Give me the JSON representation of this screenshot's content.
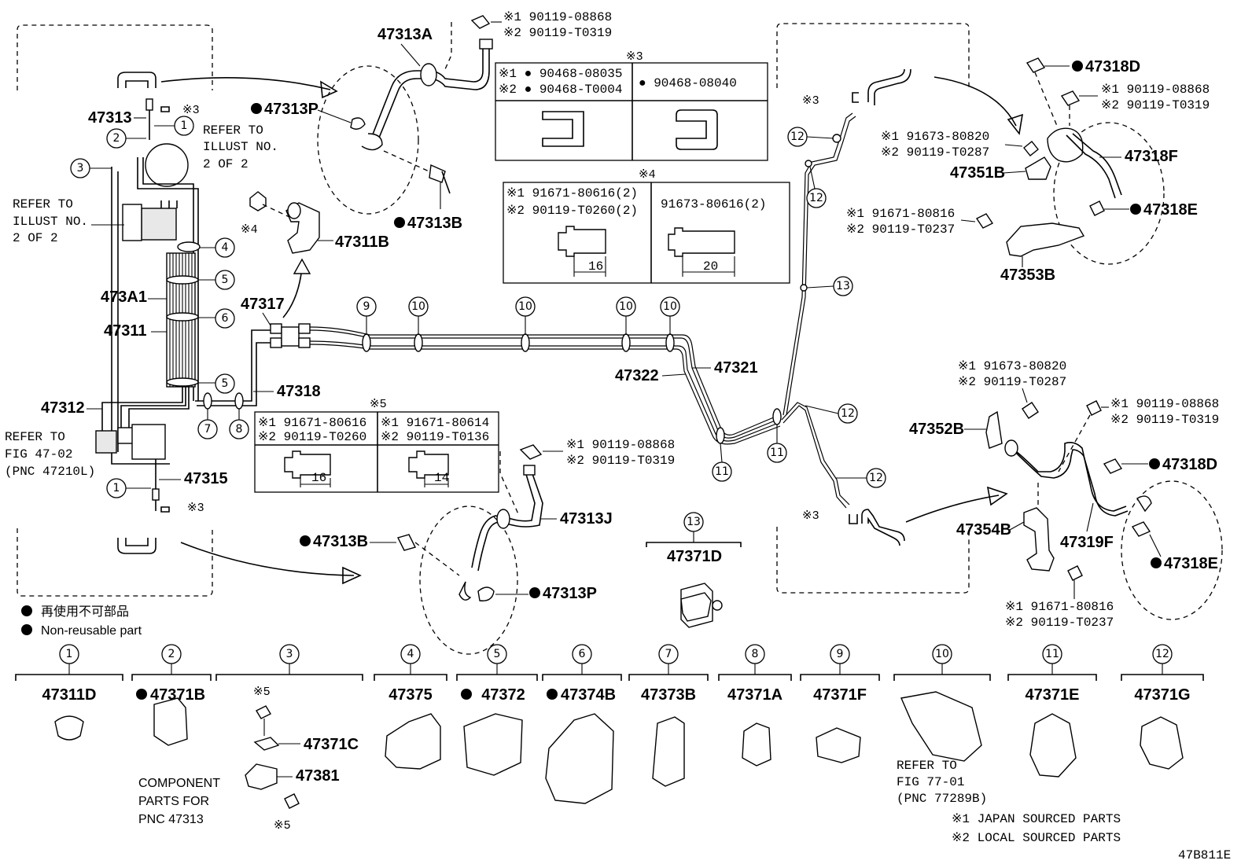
{
  "diagram_id": "47B811E",
  "labels": {
    "p47313A": "47313A",
    "p47313": "47313",
    "p47313P_top": "47313P",
    "p47313B_top": "47313B",
    "p47311B": "47311B",
    "p47317": "47317",
    "p473A1": "473A1",
    "p47311": "47311",
    "p47318": "47318",
    "p47312": "47312",
    "p47315": "47315",
    "p47322": "47322",
    "p47321": "47321",
    "p47313J": "47313J",
    "p47313B_bot": "47313B",
    "p47313P_bot": "47313P",
    "p47371D": "47371D",
    "p47318D_top": "47318D",
    "p47318F": "47318F",
    "p47351B": "47351B",
    "p47318E_top": "47318E",
    "p47353B": "47353B",
    "p47352B": "47352B",
    "p47318D_bot": "47318D",
    "p47319F": "47319F",
    "p47354B": "47354B",
    "p47318E_bot": "47318E",
    "p47371C": "47371C",
    "p47381": "47381"
  },
  "refs": {
    "refer_illust_a": [
      "REFER TO",
      "ILLUST NO.",
      "2 OF 2"
    ],
    "refer_illust_b": [
      "REFER TO",
      "ILLUST NO.",
      "2 OF 2"
    ],
    "refer_fig_4702": [
      "REFER TO",
      "FIG 47-02",
      "(PNC 47210L)"
    ],
    "refer_fig_7701": [
      "REFER TO",
      "FIG 77-01",
      "(PNC 77289B)"
    ],
    "component_parts": [
      "COMPONENT",
      "PARTS FOR",
      "PNC 47313"
    ]
  },
  "codes": {
    "top_bolt_1": "※1 90119-08868",
    "top_bolt_2": "※2 90119-T0319",
    "r_bolt_1": "※1 90119-08868",
    "r_bolt_2": "※2 90119-T0319",
    "r_clip_1": "※1 91673-80820",
    "r_clip_2": "※2 90119-T0287",
    "r_bolt2_1": "※1 91671-80816",
    "r_bolt2_2": "※2 90119-T0237",
    "mid_bolt_1": "※1 90119-08868",
    "mid_bolt_2": "※2 90119-T0319",
    "br_clip_1": "※1 91673-80820",
    "br_clip_2": "※2 90119-T0287",
    "br_bolt_1": "※1 90119-08868",
    "br_bolt_2": "※2 90119-T0319",
    "br_bolt2_1": "※1 91671-80816",
    "br_bolt2_2": "※2 90119-T0237"
  },
  "table3": {
    "title": "※3",
    "left_1": "※1 ● 90468-08035",
    "left_2": "※2 ● 90468-T0004",
    "right": "● 90468-08040"
  },
  "table4": {
    "title": "※4",
    "left_1": "※1 91671-80616(2)",
    "left_2": "※2 90119-T0260(2)",
    "right": "91673-80616(2)",
    "dim_left": "16",
    "dim_right": "20"
  },
  "table5": {
    "title": "※5",
    "left_1": "※1 91671-80616",
    "left_2": "※2 90119-T0260",
    "right_1": "※1 91671-80614",
    "right_2": "※2 90119-T0136",
    "dim_left": "16",
    "dim_right": "14"
  },
  "marks": {
    "m3": "※3",
    "m4": "※4",
    "m5": "※5"
  },
  "legend": {
    "jp": "再使用不可部品",
    "en": "Non-reusable part",
    "japan": "※1 JAPAN SOURCED PARTS",
    "local": "※2 LOCAL SOURCED PARTS"
  },
  "callouts": {
    "c1": "1",
    "c2": "2",
    "c3": "3",
    "c4": "4",
    "c5": "5",
    "c6": "6",
    "c7": "7",
    "c8": "8",
    "c9": "9",
    "c10": "10",
    "c11": "11",
    "c12": "12",
    "c13": "13"
  },
  "bottom_parts": [
    {
      "num": "1",
      "pnc": "47311D"
    },
    {
      "num": "2",
      "pnc": "●47371B"
    },
    {
      "num": "3",
      "pnc": ""
    },
    {
      "num": "4",
      "pnc": "47375"
    },
    {
      "num": "5",
      "pnc": "● 47372"
    },
    {
      "num": "6",
      "pnc": "●47374B"
    },
    {
      "num": "7",
      "pnc": "47373B"
    },
    {
      "num": "8",
      "pnc": "47371A"
    },
    {
      "num": "9",
      "pnc": "47371F"
    },
    {
      "num": "10",
      "pnc": ""
    },
    {
      "num": "11",
      "pnc": "47371E"
    },
    {
      "num": "12",
      "pnc": "47371G"
    }
  ]
}
